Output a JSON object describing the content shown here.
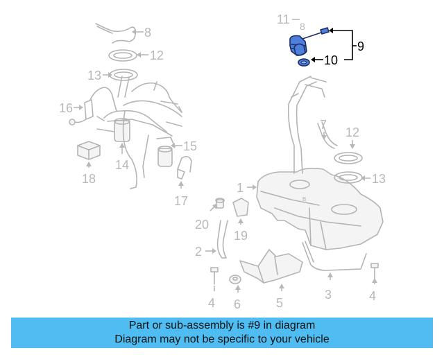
{
  "callouts": {
    "c1": "1",
    "c2": "2",
    "c3": "3",
    "c4a": "4",
    "c4b": "4",
    "c5": "5",
    "c6": "6",
    "c7": "7",
    "c8a": "8",
    "c8b": "8",
    "c9": "9",
    "c10": "10",
    "c11": "11",
    "c12a": "12",
    "c12b": "12",
    "c13a": "13",
    "c13b": "13",
    "c14": "14",
    "c15": "15",
    "c16": "16",
    "c17": "17",
    "c18": "18",
    "c19": "19",
    "c20": "20"
  },
  "highlight_color": "#4f7fdd",
  "banner": {
    "line1": "Part or sub-assembly is #9 in diagram",
    "line2": "Diagram may not be specific to your vehicle",
    "background": "#4fbdf2"
  }
}
